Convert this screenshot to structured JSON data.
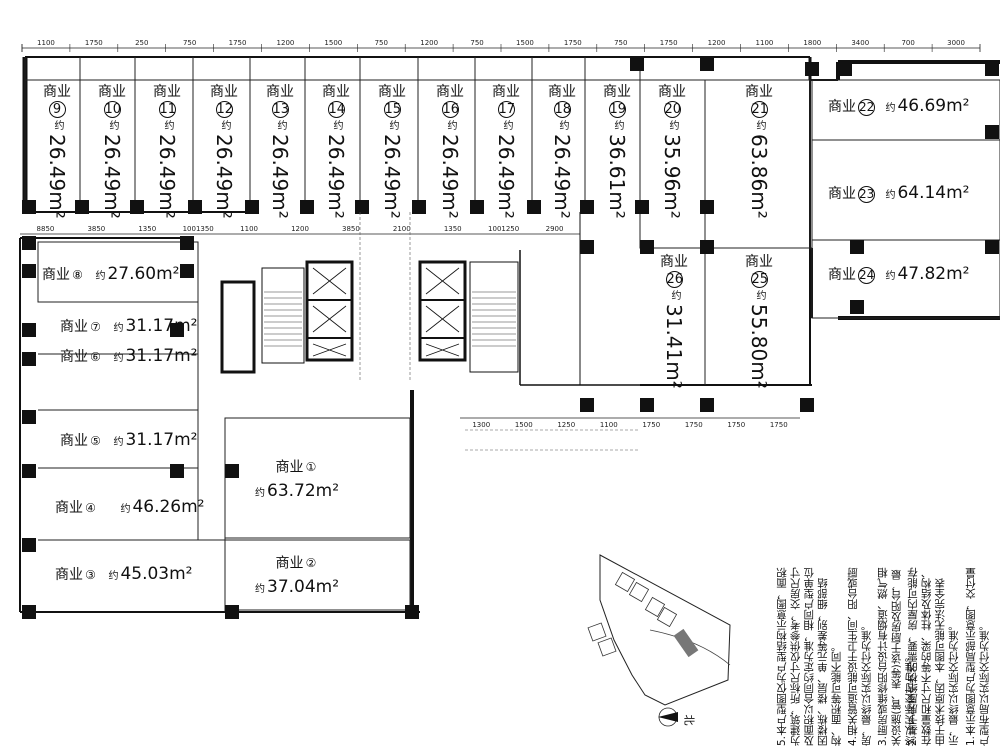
{
  "document": {
    "dimensions_top": [
      "1100",
      "1750",
      "250",
      "750",
      "1750",
      "1200",
      "1500",
      "750",
      "1200",
      "750",
      "1500",
      "1750",
      "750",
      "1750",
      "1200",
      "1100",
      "1800",
      "3400",
      "700",
      "3000"
    ],
    "dimensions_middle": [
      "8850",
      "3850",
      "1350",
      "1001350",
      "1100",
      "1200",
      "3850",
      "2100",
      "1350",
      "1001250",
      "2900"
    ],
    "dimensions_bottom": [
      "1300",
      "1500",
      "1250",
      "1100",
      "1750",
      "1750",
      "1750",
      "1750"
    ],
    "units": [
      {
        "id": "1",
        "name": "商业",
        "num": "①",
        "area": "63.72m²",
        "prefix": "约"
      },
      {
        "id": "2",
        "name": "商业",
        "num": "②",
        "area": "37.04m²",
        "prefix": "约"
      },
      {
        "id": "3",
        "name": "商业",
        "num": "③",
        "area": "45.03m²",
        "prefix": "约"
      },
      {
        "id": "4",
        "name": "商业",
        "num": "④",
        "area": "46.26m²",
        "prefix": "约"
      },
      {
        "id": "5",
        "name": "商业",
        "num": "⑤",
        "area": "31.17m²",
        "prefix": "约"
      },
      {
        "id": "6",
        "name": "商业",
        "num": "⑥",
        "area": "31.17m²",
        "prefix": "约"
      },
      {
        "id": "7",
        "name": "商业",
        "num": "⑦",
        "area": "31.17m²",
        "prefix": "约"
      },
      {
        "id": "8",
        "name": "商业",
        "num": "⑧",
        "area": "27.60m²",
        "prefix": "约"
      },
      {
        "id": "9",
        "name": "商业",
        "num": "9",
        "area": "26.49m²",
        "prefix": "约"
      },
      {
        "id": "10",
        "name": "商业",
        "num": "10",
        "area": "26.49m²",
        "prefix": "约"
      },
      {
        "id": "11",
        "name": "商业",
        "num": "11",
        "area": "26.49m²",
        "prefix": "约"
      },
      {
        "id": "12",
        "name": "商业",
        "num": "12",
        "area": "26.49m²",
        "prefix": "约"
      },
      {
        "id": "13",
        "name": "商业",
        "num": "13",
        "area": "26.49m²",
        "prefix": "约"
      },
      {
        "id": "14",
        "name": "商业",
        "num": "14",
        "area": "26.49m²",
        "prefix": "约"
      },
      {
        "id": "15",
        "name": "商业",
        "num": "15",
        "area": "26.49m²",
        "prefix": "约"
      },
      {
        "id": "16",
        "name": "商业",
        "num": "16",
        "area": "26.49m²",
        "prefix": "约"
      },
      {
        "id": "17",
        "name": "商业",
        "num": "17",
        "area": "26.49m²",
        "prefix": "约"
      },
      {
        "id": "18",
        "name": "商业",
        "num": "18",
        "area": "26.49m²",
        "prefix": "约"
      },
      {
        "id": "19",
        "name": "商业",
        "num": "19",
        "area": "36.61m²",
        "prefix": "约"
      },
      {
        "id": "20",
        "name": "商业",
        "num": "20",
        "area": "35.96m²",
        "prefix": "约"
      },
      {
        "id": "21",
        "name": "商业",
        "num": "21",
        "area": "63.86m²",
        "prefix": "约"
      },
      {
        "id": "22",
        "name": "商业",
        "num": "22",
        "area": "46.69m²",
        "prefix": "约"
      },
      {
        "id": "23",
        "name": "商业",
        "num": "23",
        "area": "64.14m²",
        "prefix": "约"
      },
      {
        "id": "24",
        "name": "商业",
        "num": "24",
        "area": "47.82m²",
        "prefix": "约"
      },
      {
        "id": "25",
        "name": "商业",
        "num": "25",
        "area": "55.80m²",
        "prefix": "约"
      },
      {
        "id": "26",
        "name": "商业",
        "num": "26",
        "area": "31.41m²",
        "prefix": "约"
      }
    ],
    "notes": [
      "1.本示意图为户型局部示意图，交付量户型布局以实际交付为准。",
      "2.基于房屋结构的需要，房屋内可能存在数量和尺寸不等的梁、柱体及结构、由于技术原因，本图可能无法完全表示，最终以实际交付为准。",
      "3.厨房或维修阳台设计有烟道、燃气相关设施(管、表等)该于厨房及阳台，最终以实际交付为准。",
      "4.相关管道可能设于卫生间、阳台或厨房，最终以实际交付为准。",
      "5.本户型图仅为户型结构示意图，面积为建筑，所标尺寸仅供参考，交房尺寸及面积以合同约定为准，相同户型单位因楼栋、楼层、单元等差别，细部结构、面积等可能不同。"
    ],
    "north_label": "北"
  },
  "colors": {
    "wall": "#111111",
    "line": "#222222",
    "hatch": "#888888",
    "building": "#777777"
  }
}
